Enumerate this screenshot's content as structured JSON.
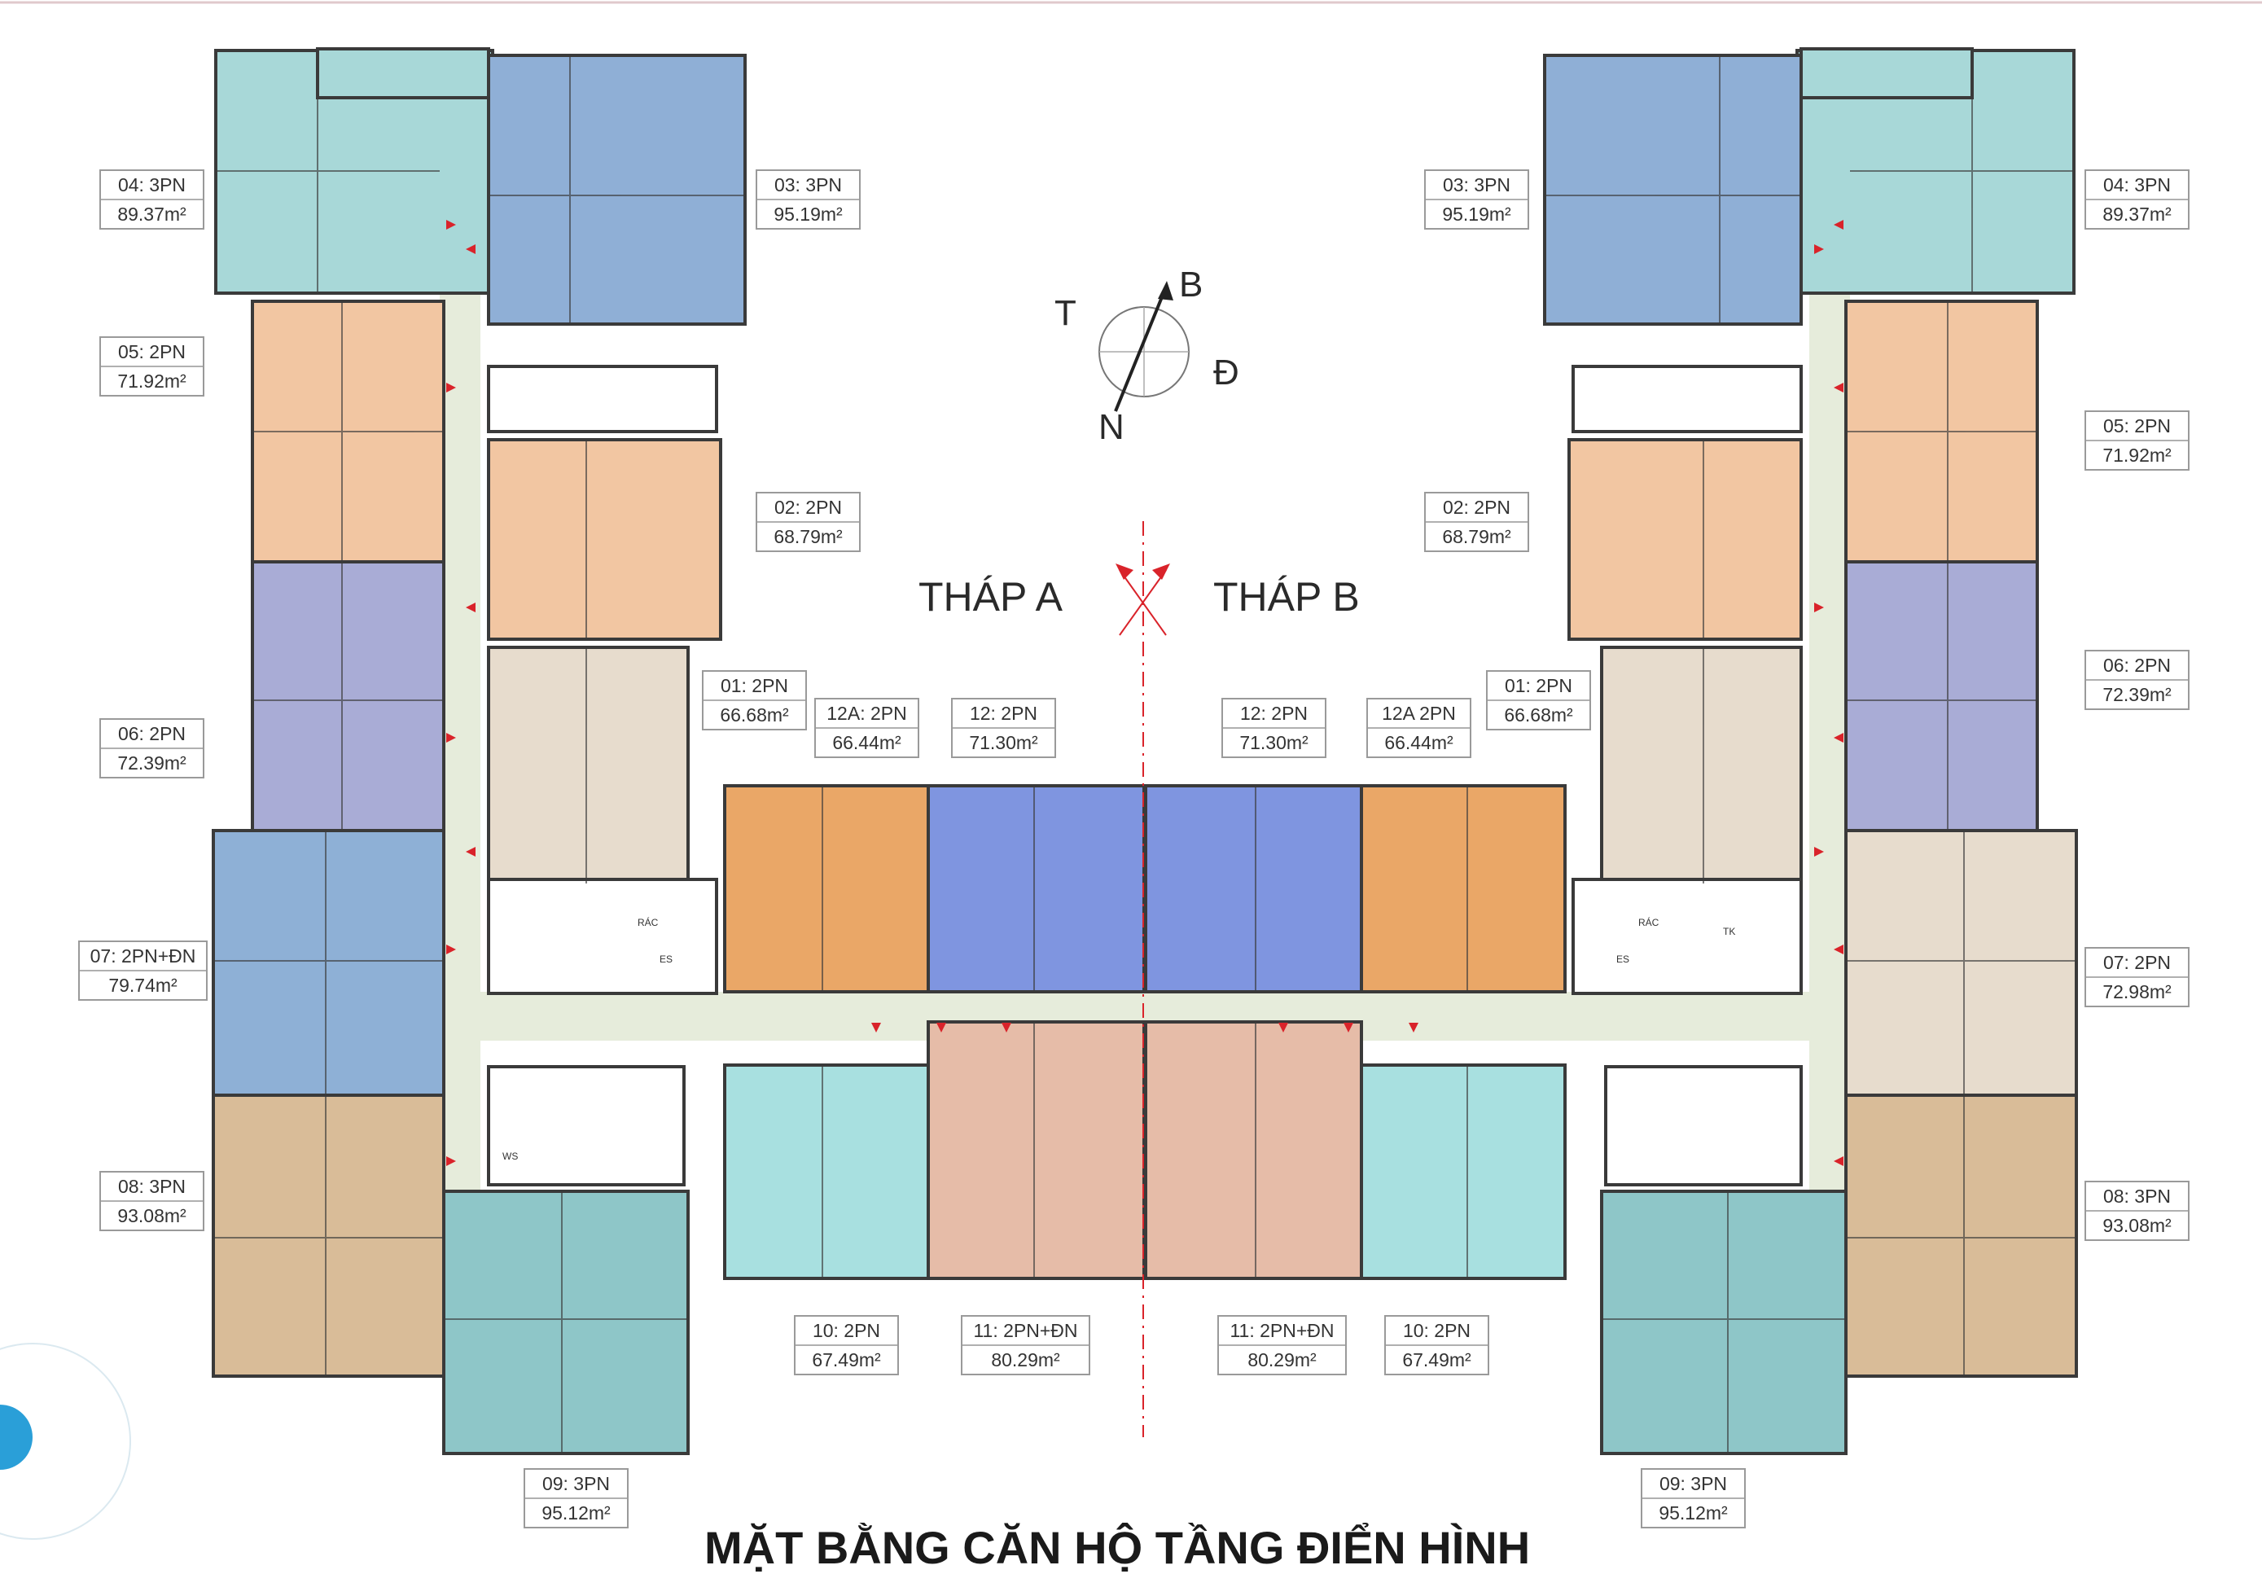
{
  "title": "MẶT BẰNG CĂN HỘ TẦNG ĐIỂN HÌNH",
  "towers": {
    "a": "THÁP A",
    "b": "THÁP B"
  },
  "compass": {
    "n": "N",
    "b": "B",
    "t": "T",
    "d": "Đ"
  },
  "room_tags": {
    "rac": "RÁC",
    "es": "ES",
    "ws": "WS",
    "tk": "TK"
  },
  "colors": {
    "corridor": "#e6ecdb",
    "wall": "#3a3a3a",
    "teal": "#a8d8d8",
    "blue": "#8fafd6",
    "salmon": "#f2c6a2",
    "lavender": "#a9acd6",
    "beige": "#e7dccd",
    "steel": "#8eb0d6",
    "tan": "#d9bc98",
    "seagreen": "#8ec6c8",
    "orange": "#eaa767",
    "royal": "#7f95e0",
    "pink": "#e6bca8",
    "aqua": "#a8e0e0",
    "accent": "#d9232a"
  },
  "units": {
    "a04": {
      "name": "04: 3PN",
      "area": "89.37m²"
    },
    "a03": {
      "name": "03: 3PN",
      "area": "95.19m²"
    },
    "a05": {
      "name": "05: 2PN",
      "area": "71.92m²"
    },
    "a02": {
      "name": "02: 2PN",
      "area": "68.79m²"
    },
    "a06": {
      "name": "06: 2PN",
      "area": "72.39m²"
    },
    "a01": {
      "name": "01: 2PN",
      "area": "66.68m²"
    },
    "a12a": {
      "name": "12A: 2PN",
      "area": "66.44m²"
    },
    "a12": {
      "name": "12: 2PN",
      "area": "71.30m²"
    },
    "a07": {
      "name": "07: 2PN+ĐN",
      "area": "79.74m²"
    },
    "a08": {
      "name": "08: 3PN",
      "area": "93.08m²"
    },
    "a10": {
      "name": "10: 2PN",
      "area": "67.49m²"
    },
    "a11": {
      "name": "11: 2PN+ĐN",
      "area": "80.29m²"
    },
    "a09": {
      "name": "09: 3PN",
      "area": "95.12m²"
    },
    "b03": {
      "name": "03: 3PN",
      "area": "95.19m²"
    },
    "b04": {
      "name": "04: 3PN",
      "area": "89.37m²"
    },
    "b05": {
      "name": "05: 2PN",
      "area": "71.92m²"
    },
    "b02": {
      "name": "02: 2PN",
      "area": "68.79m²"
    },
    "b06": {
      "name": "06: 2PN",
      "area": "72.39m²"
    },
    "b01": {
      "name": "01: 2PN",
      "area": "66.68m²"
    },
    "b12": {
      "name": "12: 2PN",
      "area": "71.30m²"
    },
    "b12a": {
      "name": "12A 2PN",
      "area": "66.44m²"
    },
    "b07": {
      "name": "07: 2PN",
      "area": "72.98m²"
    },
    "b08": {
      "name": "08: 3PN",
      "area": "93.08m²"
    },
    "b11": {
      "name": "11: 2PN+ĐN",
      "area": "80.29m²"
    },
    "b10": {
      "name": "10: 2PN",
      "area": "67.49m²"
    },
    "b09": {
      "name": "09: 3PN",
      "area": "95.12m²"
    }
  }
}
